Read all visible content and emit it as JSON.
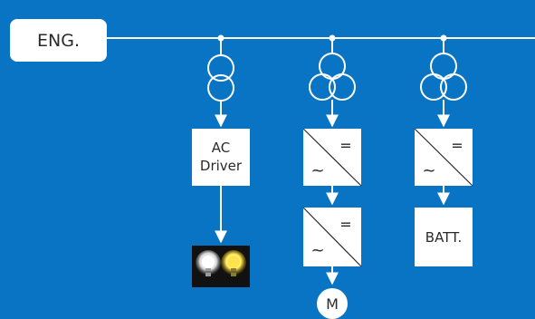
{
  "source": {
    "label": "ENG."
  },
  "nodes": {
    "ac_driver": {
      "line1": "AC",
      "line2": "Driver"
    },
    "converter_symbols": {
      "dc": "=",
      "ac": "~"
    },
    "battery": {
      "label": "BATT."
    },
    "motor": {
      "label": "M"
    }
  },
  "colors": {
    "background": "#0a74c4",
    "line": "#ffffff",
    "box_fill": "#ffffff",
    "box_text": "#2a2a2a",
    "lamp_cool": "#f2f2f2",
    "lamp_warm": "#ffe34a"
  },
  "icons": {
    "transformer_two_winding": "two-circle-transformer-icon",
    "transformer_three_winding": "three-circle-transformer-icon",
    "lamps": "light-bulbs-icon"
  }
}
